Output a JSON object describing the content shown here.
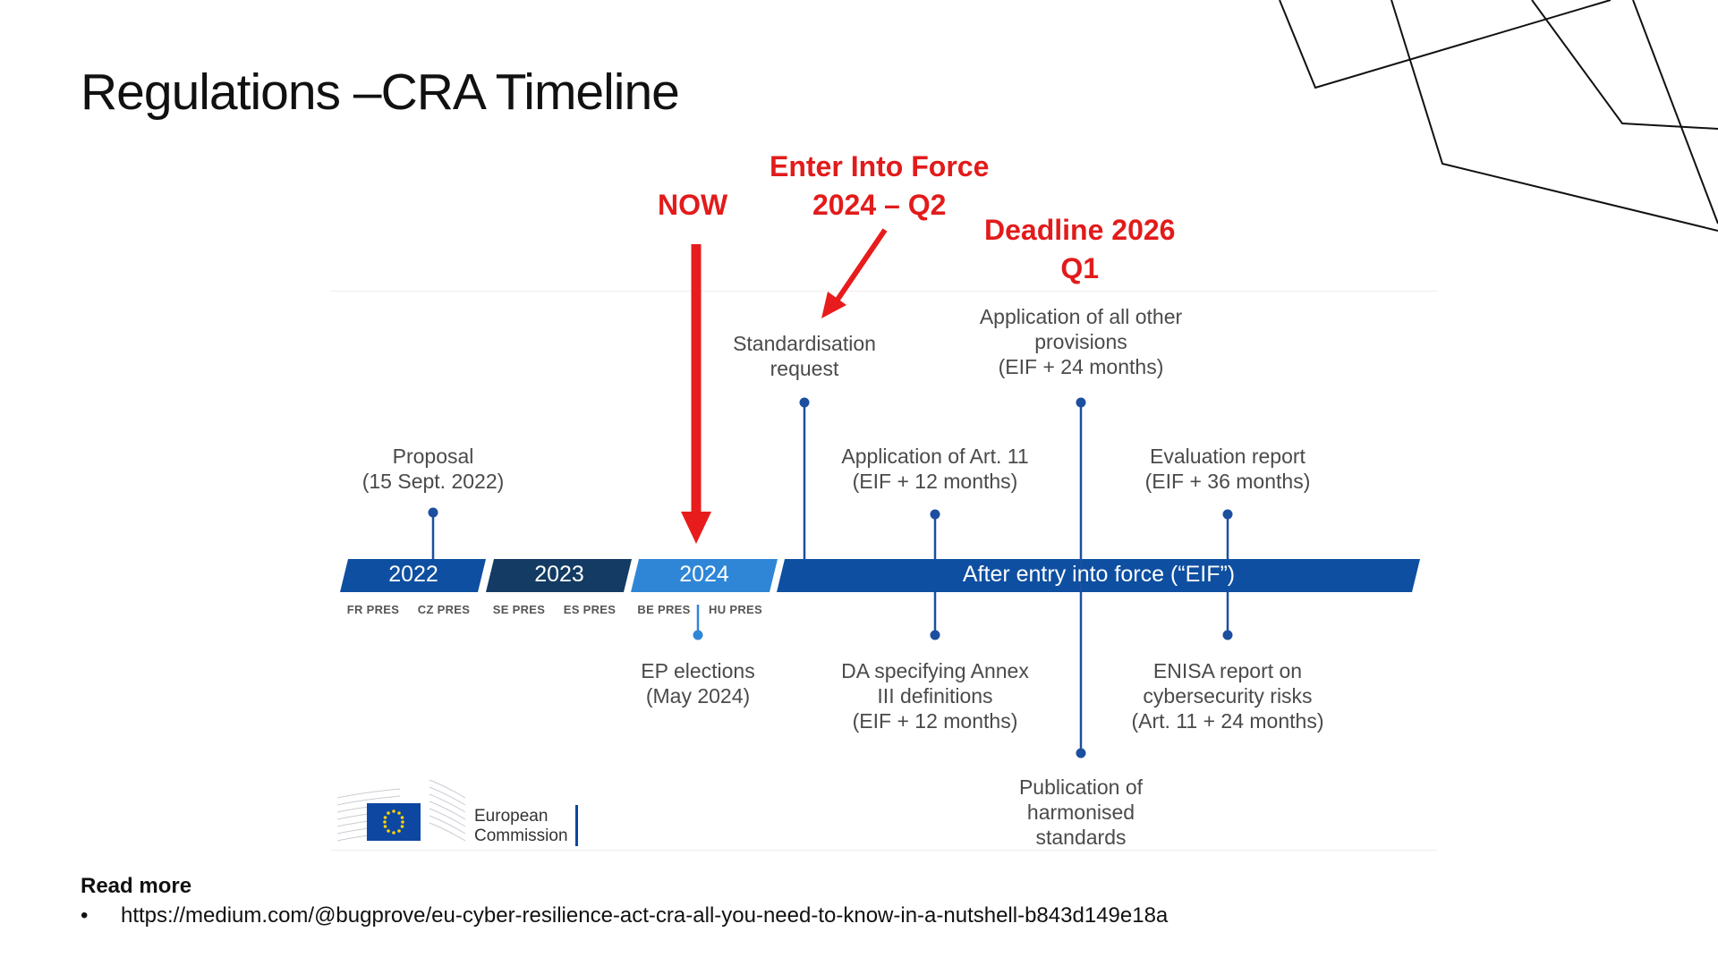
{
  "title": "Regulations –CRA Timeline",
  "annotations": {
    "now": "NOW",
    "enter_into_force_line1": "Enter Into Force",
    "enter_into_force_line2": "2024 – Q2",
    "deadline_line1": "Deadline 2026",
    "deadline_line2": "Q1",
    "color": "#e21b1b"
  },
  "timeline": {
    "segments": [
      "2022",
      "2023",
      "2024",
      "After entry into force (“EIF”)"
    ],
    "segment_colors": [
      "#0e4fa1",
      "#143b63",
      "#2f86d6",
      "#0e4fa1"
    ],
    "presidencies": [
      "FR PRES",
      "CZ PRES",
      "SE PRES",
      "ES PRES",
      "BE PRES",
      "HU PRES"
    ],
    "events_above": [
      {
        "line1": "Proposal",
        "line2": "(15 Sept. 2022)"
      },
      {
        "line1": "Standardisation",
        "line2": "request"
      },
      {
        "line1": "Application of Art. 11",
        "line2": "(EIF + 12 months)"
      },
      {
        "line1": "Application of all other",
        "line2": "provisions",
        "line3": "(EIF + 24 months)"
      },
      {
        "line1": "Evaluation report",
        "line2": "(EIF + 36 months)"
      }
    ],
    "events_below": [
      {
        "line1": "EP elections",
        "line2": "(May 2024)"
      },
      {
        "line1": "DA specifying Annex",
        "line2": "III definitions",
        "line3": "(EIF + 12 months)"
      },
      {
        "line1": "Publication of",
        "line2": "harmonised",
        "line3": "standards"
      },
      {
        "line1": "ENISA report on",
        "line2": "cybersecurity risks",
        "line3": "(Art. 11 + 24 months)"
      }
    ]
  },
  "logo": {
    "line1": "European",
    "line2": "Commission"
  },
  "read_more": {
    "heading": "Read more",
    "bullet": "•",
    "url": "https://medium.com/@bugprove/eu-cyber-resilience-act-cra-all-you-need-to-know-in-a-nutshell-b843d149e18a"
  }
}
